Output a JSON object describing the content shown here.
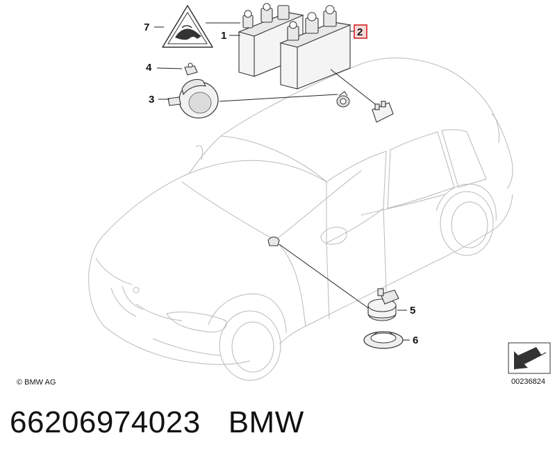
{
  "callouts": {
    "c1": "1",
    "c2": "2",
    "c3": "3",
    "c4": "4",
    "c5": "5",
    "c6": "6",
    "c7": "7"
  },
  "copyright": "© BMW AG",
  "image_code": "00236824",
  "part_number": "66206974023",
  "brand": "BMW",
  "highlight_color": "#d32020"
}
